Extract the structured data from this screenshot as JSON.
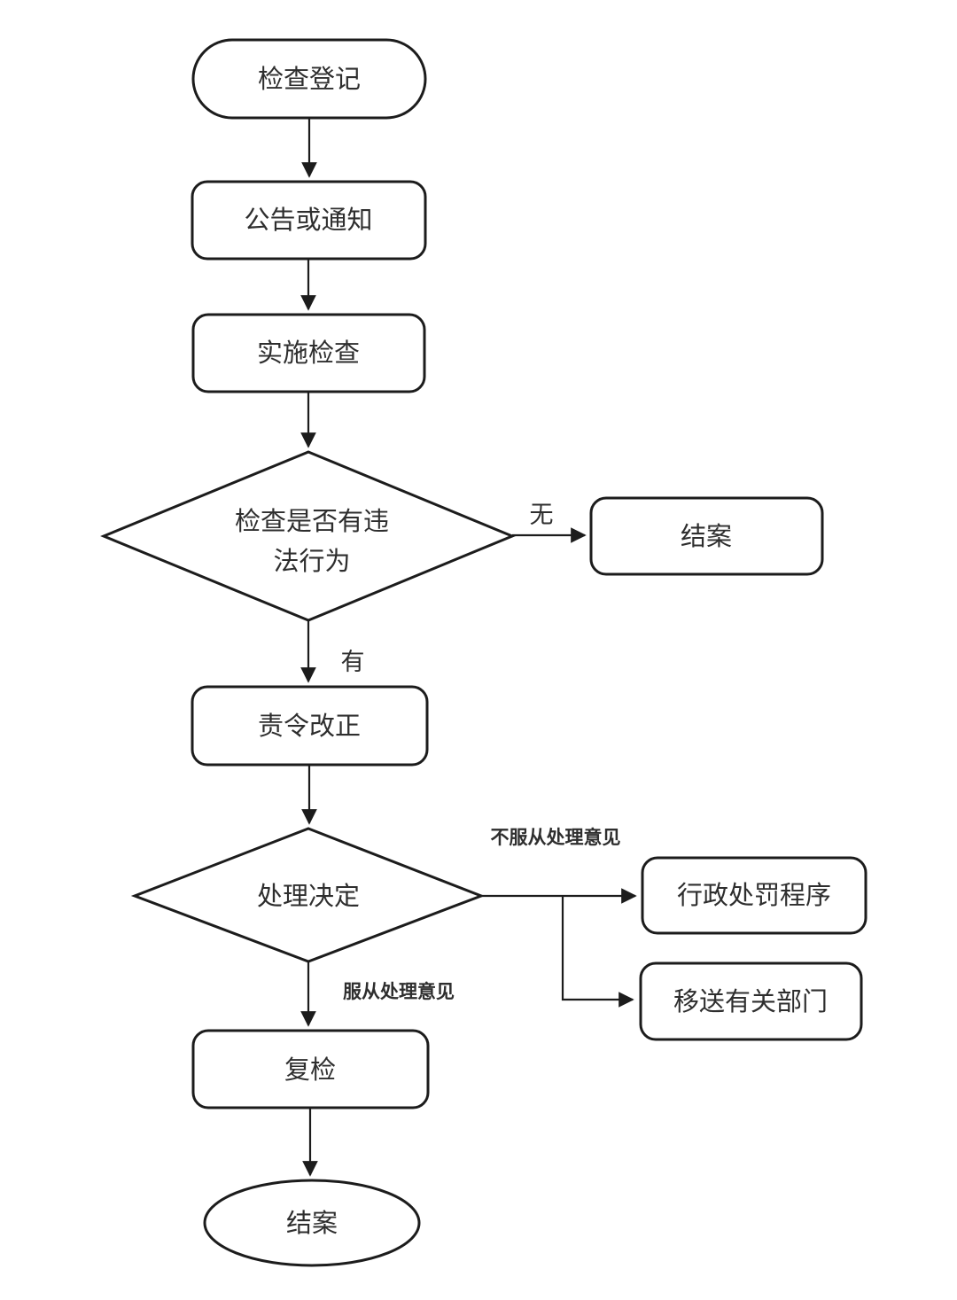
{
  "diagram": {
    "title": "inspection-enforcement-flowchart",
    "colors": {
      "background": "#ffffff",
      "stroke": "#1c1c1c",
      "text": "#2e2e2e"
    },
    "nodes": {
      "start": {
        "type": "terminator",
        "label": "检查登记"
      },
      "notice": {
        "type": "process",
        "label": "公告或通知"
      },
      "inspect": {
        "type": "process",
        "label": "实施检查"
      },
      "violation_decision": {
        "type": "decision",
        "label_line1": "检查是否有违",
        "label_line2": "法行为"
      },
      "close_case_no_violation": {
        "type": "process",
        "label": "结案"
      },
      "order_correction": {
        "type": "process",
        "label": "责令改正"
      },
      "handling_decision": {
        "type": "decision",
        "label": "处理决定"
      },
      "admin_penalty": {
        "type": "process",
        "label": "行政处罚程序"
      },
      "transfer_departments": {
        "type": "process",
        "label": "移送有关部门"
      },
      "recheck": {
        "type": "process",
        "label": "复检"
      },
      "close_case_end": {
        "type": "terminator",
        "label": "结案"
      }
    },
    "edge_labels": {
      "no_violation": "无",
      "has_violation": "有",
      "disobey_opinion": "不服从处理意见",
      "obey_opinion": "服从处理意见"
    }
  }
}
